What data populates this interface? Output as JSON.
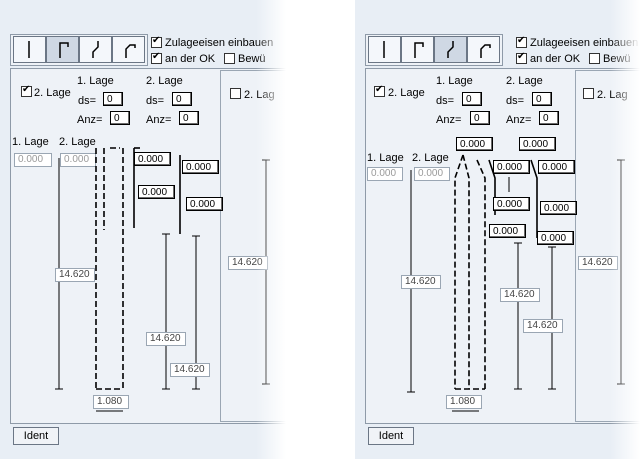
{
  "left": {
    "toolbar_icons": [
      "straight-bar-icon",
      "hook-bar-icon",
      "crank-bar-icon",
      "hook-crank-bar-icon"
    ],
    "zulage_label": "Zulageeisen einbauen",
    "zulage_checked": true,
    "ok_label": "an der OK",
    "ok_checked": true,
    "bew_label": "Bewü",
    "bew_checked": false,
    "lage2_label": "2. Lage",
    "lage2_checked": true,
    "col1_header": "1. Lage",
    "col2_header": "2. Lage",
    "ds_label": "ds=",
    "anz_label": "Anz=",
    "ds1": "0",
    "anz1": "0",
    "ds2": "0",
    "anz2": "0",
    "right_lage2_label": "2. Lag",
    "right_lage2_checked": false,
    "dia_lage1": "1. Lage",
    "dia_lage2": "2. Lage",
    "d_top1": "0.000",
    "d_top2": "0.000",
    "d_a": "0.000",
    "d_b": "0.000",
    "d_c": "0.000",
    "d_d": "0.000",
    "len_main": "14.620",
    "len_b": "14.620",
    "len_c": "14.620",
    "len_right": "14.620",
    "width": "1.080",
    "ident": "Ident"
  },
  "right": {
    "zulage_label": "Zulageeisen einbauen",
    "zulage_checked": true,
    "ok_label": "an der OK",
    "ok_checked": true,
    "bew_label": "Bewü",
    "bew_checked": false,
    "lage2_label": "2. Lage",
    "lage2_checked": true,
    "col1_header": "1. Lage",
    "col2_header": "2. Lage",
    "ds_label": "ds=",
    "anz_label": "Anz=",
    "ds1": "0",
    "anz1": "0",
    "ds2": "0",
    "anz2": "0",
    "right_lage2_label": "2. Lag",
    "right_lage2_checked": false,
    "dia_lage1": "1. Lage",
    "dia_lage2": "2. Lage",
    "d_top1": "0.000",
    "d_top2": "0.000",
    "d_e": "0.000",
    "d_f": "0.000",
    "d_g": "0.000",
    "d_h": "0.000",
    "d_i": "0.000",
    "d_j": "0.000",
    "d_k": "0.000",
    "d_l": "0.000",
    "len_main": "14.620",
    "len_b": "14.620",
    "len_c": "14.620",
    "len_right": "14.620",
    "width": "1.080",
    "ident": "Ident"
  }
}
